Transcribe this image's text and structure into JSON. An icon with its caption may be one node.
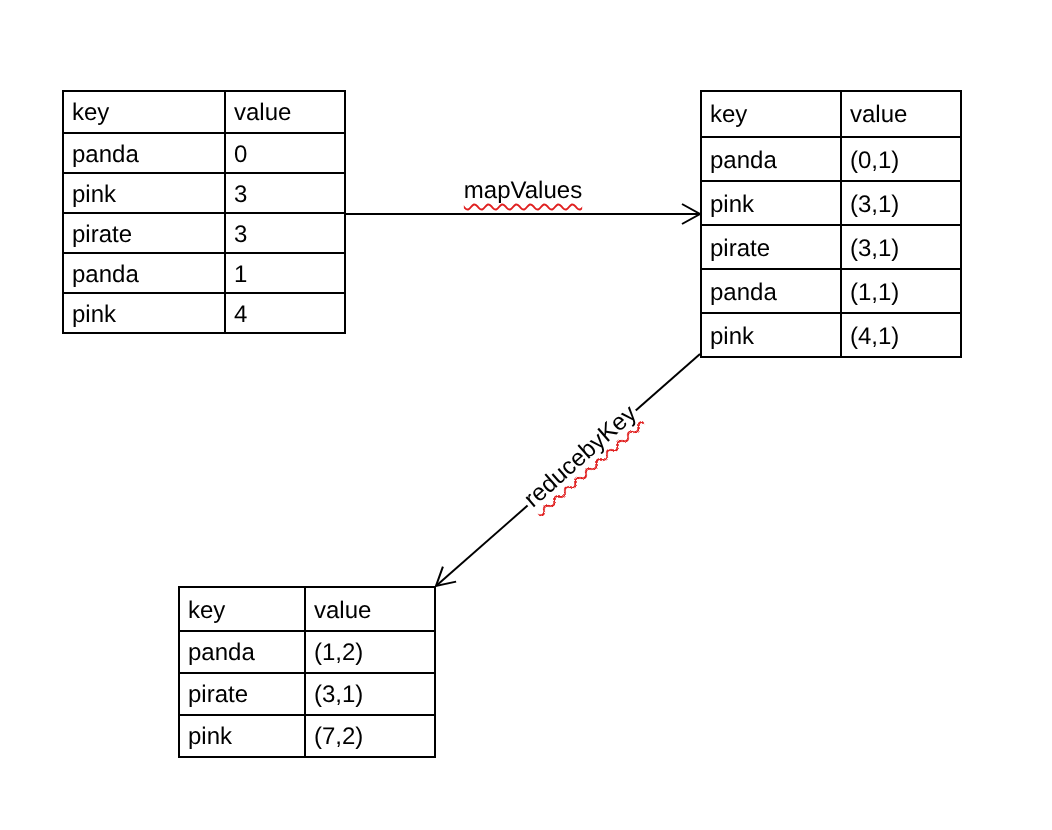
{
  "diagram": {
    "nodes": [
      {
        "text": [
          "key",
          "value",
          "panda",
          "0",
          "pink",
          "3",
          "pirate",
          "3",
          "panda",
          "1",
          "pink",
          "4"
        ]
      },
      {
        "text": [
          "key",
          "value",
          "panda",
          "(0,1)",
          "pink",
          "(3,1)",
          "pirate",
          "(3,1)",
          "panda",
          "(1,1)",
          "pink",
          "(4,1)"
        ]
      },
      {
        "text": [
          "key",
          "value",
          "panda",
          "(1,2)",
          "pirate",
          "(3,1)",
          "pink",
          "(7,2)"
        ]
      }
    ],
    "edges": [
      {
        "from": 0,
        "to": 1,
        "arrow": "to",
        "label": "mapValues"
      },
      {
        "from": 1,
        "to": 2,
        "arrow": "to",
        "label": "reducebyKey"
      }
    ]
  }
}
